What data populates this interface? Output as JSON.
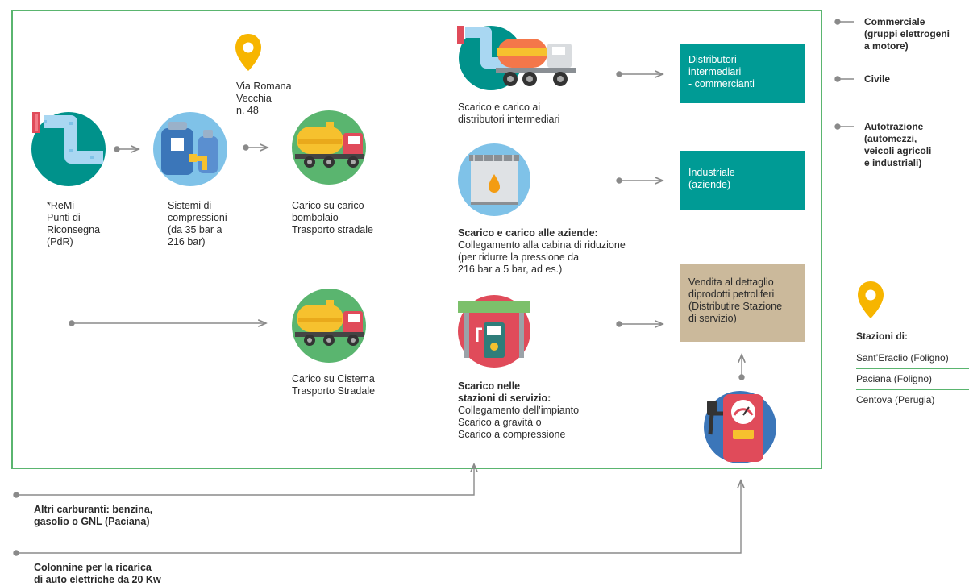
{
  "pin_caption": [
    "Via Romana",
    "Vecchia",
    "n. 48"
  ],
  "captions": {
    "remi": [
      "*ReMi",
      "Punti di",
      "Riconsegna",
      "(PdR)"
    ],
    "compressione": [
      "Sistemi di",
      "compressioni",
      "(da 35 bar a",
      "216 bar)"
    ],
    "bombolaio": [
      "Carico su carico",
      "bombolaio",
      "Trasporto stradale"
    ],
    "cisterna": [
      "Carico su Cisterna",
      "Trasporto Stradale"
    ],
    "distributori": [
      "Scarico e carico ai",
      "distributori intermediari"
    ],
    "aziende_title": "Scarico e carico alle aziende:",
    "aziende": [
      "Collegamento alla cabina di riduzione",
      "(per ridurre la pressione da",
      "216 bar a 5 bar, ad es.)"
    ],
    "stazioni_title": [
      "Scarico nelle",
      "stazioni di servizio:"
    ],
    "stazioni": [
      "Collegamento dell’impianto",
      "Scarico a gravità o",
      "Scarico a compressione"
    ]
  },
  "boxes": {
    "distributori": [
      "Distributori",
      "intermediari",
      "- commercianti"
    ],
    "industriale": [
      "Industriale",
      "(aziende)"
    ],
    "vendita": [
      "Vendita al dettaglio",
      "diprodotti petroliferi",
      "(Distributire Stazione",
      "di servizio)"
    ]
  },
  "legend": {
    "commerciale": [
      "Commerciale",
      "(gruppi elettrogeni",
      "a motore)"
    ],
    "civile": [
      "Civile"
    ],
    "autotrazione": [
      "Autotrazione",
      "(automezzi,",
      "veicoli agricoli",
      "e industriali)"
    ]
  },
  "stations": {
    "title": "Stazioni di:",
    "items": [
      "Sant’Eraclio (Foligno)",
      "Paciana (Foligno)",
      "Centova (Perugia)"
    ]
  },
  "bottom": {
    "altri": [
      "Altri carburanti: benzina,",
      "gasolio o GNL (Paciana)"
    ],
    "colonnine": [
      "Colonnine per la ricarica",
      "di auto elettriche da 20 Kw"
    ]
  },
  "colors": {
    "frame": "#5ab56f",
    "teal": "#009b95",
    "tan": "#cbb99b",
    "pin": "#f7b500",
    "arrow": "#8a8a8a"
  }
}
